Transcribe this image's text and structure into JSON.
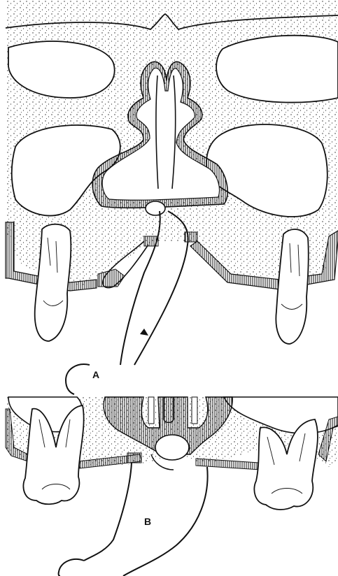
{
  "figure": {
    "panels": [
      {
        "id": "A",
        "label": "A"
      },
      {
        "id": "B",
        "label": "B"
      }
    ],
    "colors": {
      "ink": "#111111",
      "paper": "#ffffff",
      "stipple": "#222222"
    }
  }
}
